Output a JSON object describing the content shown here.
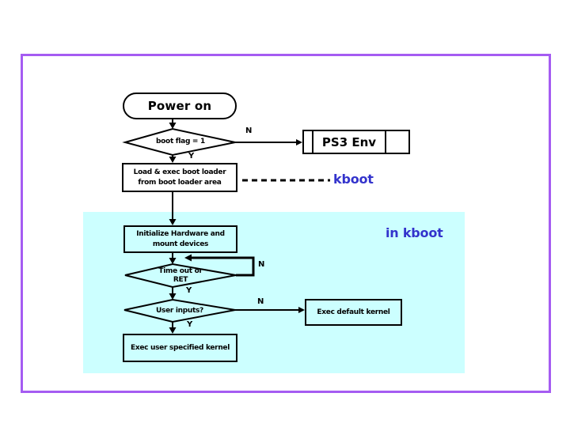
{
  "nodes": {
    "power_on": "Power on",
    "boot_flag": "boot flag = 1",
    "ps3_env": "PS3 Env",
    "load_boot_loader": "Load & exec boot loader\nfrom boot loader area",
    "init_hardware": "Initialize Hardware and\nmount devices",
    "time_out": "Time out or\nRET",
    "user_inputs": "User inputs?",
    "exec_default": "Exec default kernel",
    "exec_user": "Exec user specified kernel"
  },
  "annotations": {
    "kboot": "kboot",
    "in_kboot": "in kboot"
  },
  "edge_labels": {
    "boot_flag_no": "N",
    "boot_flag_yes": "Y",
    "time_out_no": "N",
    "time_out_yes": "Y",
    "user_inputs_no": "N",
    "user_inputs_yes": "Y"
  },
  "colors": {
    "frame_border": "#a55cf2",
    "region_fill": "#ccffff",
    "annotation_text": "#3333cc",
    "line": "#000000"
  }
}
